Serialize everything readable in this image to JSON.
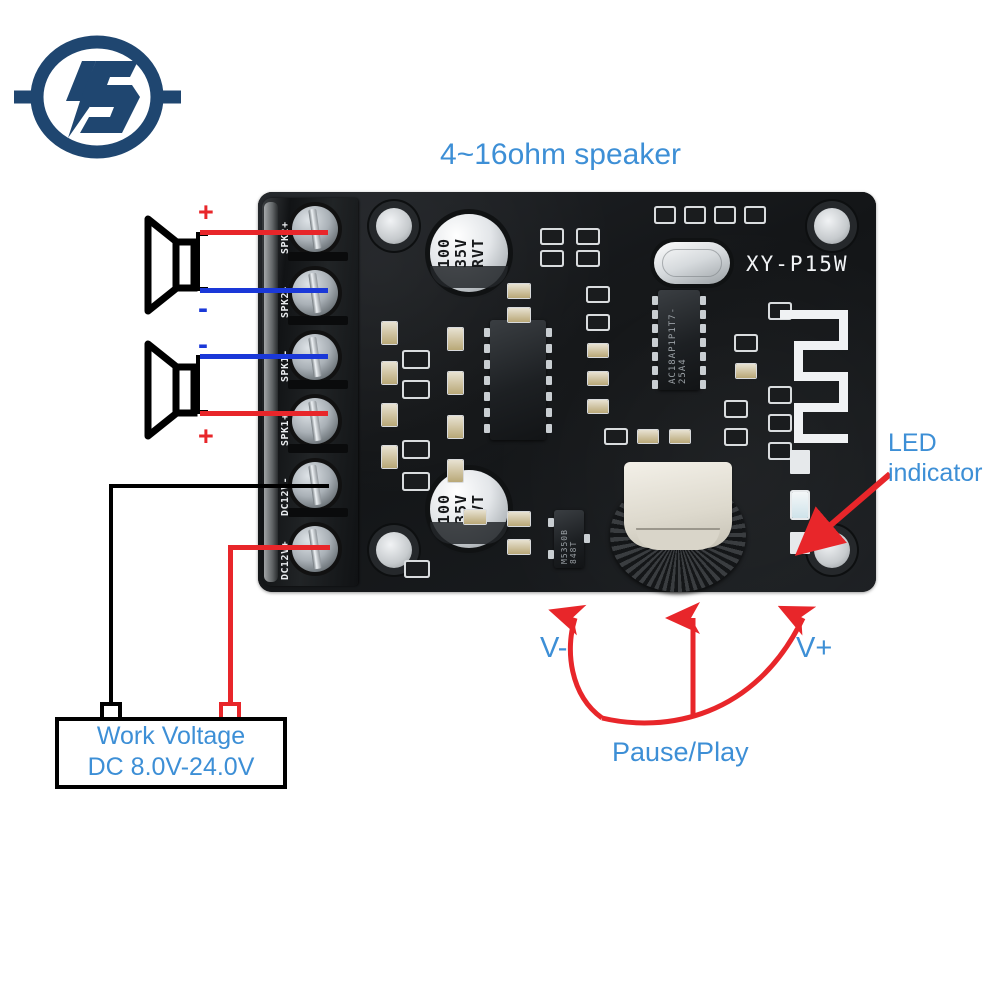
{
  "brand": {
    "logo_name": "s-lightning-logo"
  },
  "title": "4~16ohm speaker",
  "board": {
    "model": "XY-P15W",
    "main_ic_text": "AC18AP1P1T7-25A4",
    "small_ic_text": "M5350B 848T",
    "capacitors": [
      {
        "line1": "100",
        "line2": "35V",
        "line3": "RVT"
      },
      {
        "line1": "100",
        "line2": "35V",
        "line3": "RVT"
      }
    ],
    "terminals": [
      {
        "label": "SPK2+",
        "sign": "+",
        "wire_color": "#e8262a"
      },
      {
        "label": "SPK2-",
        "sign": "-",
        "wire_color": "#1a38d8"
      },
      {
        "label": "SPK1-",
        "sign": "-",
        "wire_color": "#1a38d8"
      },
      {
        "label": "SPK1+",
        "sign": "+",
        "wire_color": "#e8262a"
      },
      {
        "label": "DC12V-",
        "sign": "",
        "wire_color": "#000000"
      },
      {
        "label": "DC12V+",
        "sign": "",
        "wire_color": "#e8262a"
      }
    ]
  },
  "annotations": {
    "led_indicator_line1": "LED",
    "led_indicator_line2": "indicator",
    "v_minus": "V-",
    "v_plus": "V+",
    "pause_play": "Pause/Play",
    "work_voltage_line1": "Work Voltage",
    "work_voltage_line2": "DC 8.0V-24.0V"
  },
  "colors": {
    "label_blue": "#3d8fd6",
    "wire_red": "#e8262a",
    "wire_blue": "#1a38d8",
    "wire_black": "#000000",
    "logo_navy": "#1f4670",
    "pcb_black": "#16181a"
  }
}
